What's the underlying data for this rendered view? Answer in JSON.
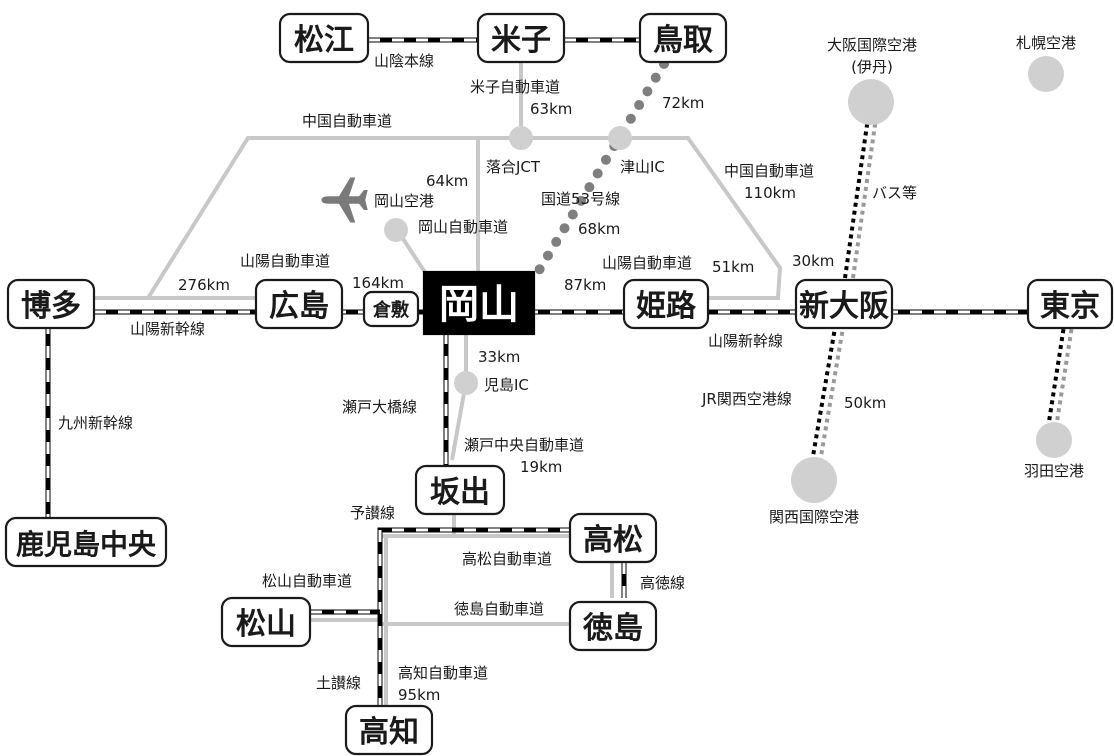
{
  "stations": {
    "matsue": "松江",
    "yonago": "米子",
    "tottori": "鳥取",
    "hakata": "博多",
    "hiroshima": "広島",
    "kurashiki": "倉敷",
    "okayama": "岡山",
    "himeji": "姫路",
    "shin_osaka": "新大阪",
    "tokyo": "東京",
    "sakaide": "坂出",
    "takamatsu": "高松",
    "matsuyama": "松山",
    "tokushima": "徳島",
    "kochi": "高知",
    "kagoshima": "鹿児島中央"
  },
  "airports": {
    "osaka_itami_line1": "大阪国際空港",
    "osaka_itami_line2": "(伊丹)",
    "sapporo": "札幌空港",
    "okayama": "岡山空港",
    "kansai": "関西国際空港",
    "haneda": "羽田空港"
  },
  "lines": {
    "sanin": "山陰本線",
    "sanyo_shinkansen_west": "山陽新幹線",
    "sanyo_shinkansen_east": "山陽新幹線",
    "kyushu_shinkansen": "九州新幹線",
    "seto_ohashi": "瀬戸大橋線",
    "yosan": "予讃線",
    "kotoku": "高徳線",
    "dosan": "土讃線",
    "jr_kansai_airport": "JR関西空港線",
    "bus": "バス等"
  },
  "roads": {
    "yonago_expressway": "米子自動車道",
    "chugoku_expressway_top": "中国自動車道",
    "chugoku_expressway_right": "中国自動車道",
    "sanyo_expressway_west": "山陽自動車道",
    "sanyo_expressway_east": "山陽自動車道",
    "okayama_expressway": "岡山自動車道",
    "route53": "国道53号線",
    "seto_chuo_expressway": "瀬戸中央自動車道",
    "takamatsu_expressway": "高松自動車道",
    "matsuyama_expressway": "松山自動車道",
    "tokushima_expressway": "徳島自動車道",
    "kochi_expressway": "高知自動車道"
  },
  "junctions": {
    "ochiai_jct": "落合JCT",
    "tsuyama_ic": "津山IC",
    "kojima_ic": "児島IC"
  },
  "distances": {
    "yonago": "63km",
    "tottori": "72km",
    "ochiai": "64km",
    "tsuyama": "68km",
    "chugoku_east": "110km",
    "hakata": "276km",
    "hiroshima": "164km",
    "himeji": "87km",
    "sanyo_east": "51km",
    "shin_osaka": "30km",
    "kojima": "33km",
    "sakaide": "19km",
    "kansai": "50km",
    "kochi": "95km"
  },
  "colors": {
    "road": "#c8c8c8",
    "rail": "#000000",
    "route53_dots": "#7f7f7f",
    "node": "#d0d0d0",
    "okayama_box": "#000000"
  },
  "icons": {
    "airplane": "airplane-icon"
  }
}
